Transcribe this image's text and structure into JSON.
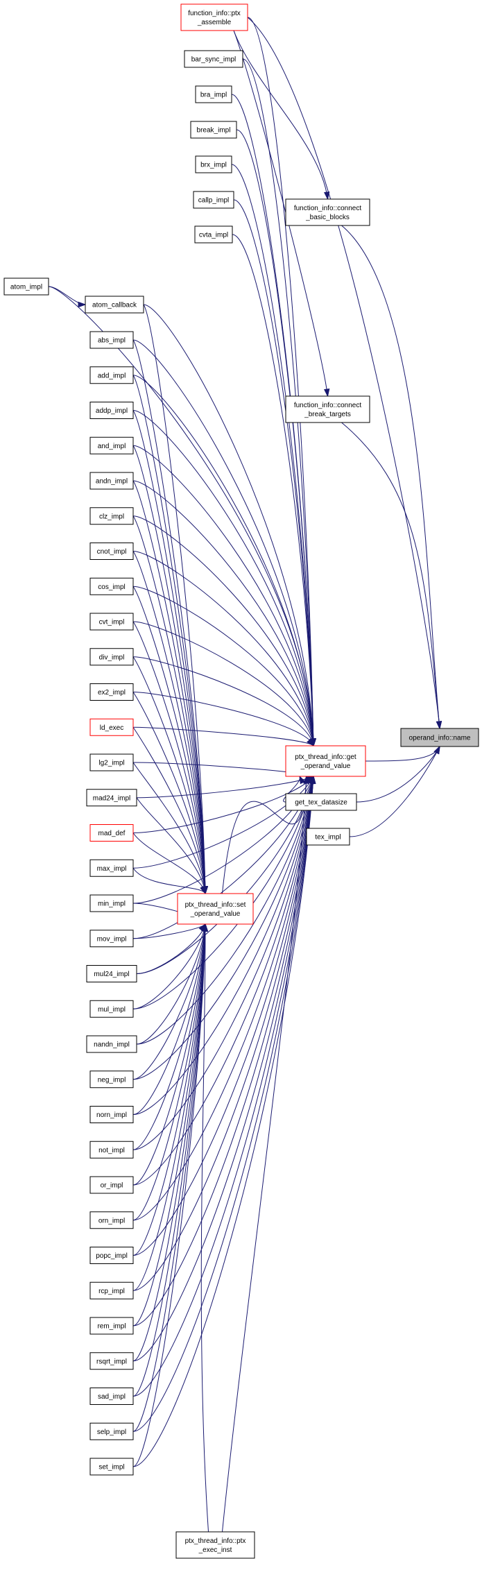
{
  "graph": {
    "nodes": [
      {
        "id": "target",
        "lines": [
          "operand_info::name"
        ],
        "style": "grey"
      },
      {
        "id": "get_op",
        "lines": [
          "ptx_thread_info::get",
          "_operand_value"
        ],
        "style": "red"
      },
      {
        "id": "set_op",
        "lines": [
          "ptx_thread_info::set",
          "_operand_value"
        ],
        "style": "red"
      },
      {
        "id": "fi_assemble",
        "lines": [
          "function_info::ptx",
          "_assemble"
        ],
        "style": "red"
      },
      {
        "id": "fi_bb",
        "lines": [
          "function_info::connect",
          "_basic_blocks"
        ],
        "style": "black"
      },
      {
        "id": "fi_bt",
        "lines": [
          "function_info::connect",
          "_break_targets"
        ],
        "style": "black"
      },
      {
        "id": "get_tex",
        "lines": [
          "get_tex_datasize"
        ],
        "style": "black"
      },
      {
        "id": "tex_impl",
        "lines": [
          "tex_impl"
        ],
        "style": "black"
      },
      {
        "id": "bar_sync_impl",
        "lines": [
          "bar_sync_impl"
        ],
        "style": "black"
      },
      {
        "id": "bra_impl",
        "lines": [
          "bra_impl"
        ],
        "style": "black"
      },
      {
        "id": "break_impl",
        "lines": [
          "break_impl"
        ],
        "style": "black"
      },
      {
        "id": "brx_impl",
        "lines": [
          "brx_impl"
        ],
        "style": "black"
      },
      {
        "id": "callp_impl",
        "lines": [
          "callp_impl"
        ],
        "style": "black"
      },
      {
        "id": "cvta_impl",
        "lines": [
          "cvta_impl"
        ],
        "style": "black"
      },
      {
        "id": "atom_impl",
        "lines": [
          "atom_impl"
        ],
        "style": "black"
      },
      {
        "id": "atom_callback",
        "lines": [
          "atom_callback"
        ],
        "style": "black"
      },
      {
        "id": "abs_impl",
        "lines": [
          "abs_impl"
        ],
        "style": "black"
      },
      {
        "id": "add_impl",
        "lines": [
          "add_impl"
        ],
        "style": "black"
      },
      {
        "id": "addp_impl",
        "lines": [
          "addp_impl"
        ],
        "style": "black"
      },
      {
        "id": "and_impl",
        "lines": [
          "and_impl"
        ],
        "style": "black"
      },
      {
        "id": "andn_impl",
        "lines": [
          "andn_impl"
        ],
        "style": "black"
      },
      {
        "id": "clz_impl",
        "lines": [
          "clz_impl"
        ],
        "style": "black"
      },
      {
        "id": "cnot_impl",
        "lines": [
          "cnot_impl"
        ],
        "style": "black"
      },
      {
        "id": "cos_impl",
        "lines": [
          "cos_impl"
        ],
        "style": "black"
      },
      {
        "id": "cvt_impl",
        "lines": [
          "cvt_impl"
        ],
        "style": "black"
      },
      {
        "id": "div_impl",
        "lines": [
          "div_impl"
        ],
        "style": "black"
      },
      {
        "id": "ex2_impl",
        "lines": [
          "ex2_impl"
        ],
        "style": "black"
      },
      {
        "id": "ld_exec",
        "lines": [
          "ld_exec"
        ],
        "style": "red"
      },
      {
        "id": "lg2_impl",
        "lines": [
          "lg2_impl"
        ],
        "style": "black"
      },
      {
        "id": "mad24_impl",
        "lines": [
          "mad24_impl"
        ],
        "style": "black"
      },
      {
        "id": "mad_def",
        "lines": [
          "mad_def"
        ],
        "style": "red"
      },
      {
        "id": "max_impl",
        "lines": [
          "max_impl"
        ],
        "style": "black"
      },
      {
        "id": "min_impl",
        "lines": [
          "min_impl"
        ],
        "style": "black"
      },
      {
        "id": "mov_impl",
        "lines": [
          "mov_impl"
        ],
        "style": "black"
      },
      {
        "id": "mul24_impl",
        "lines": [
          "mul24_impl"
        ],
        "style": "black"
      },
      {
        "id": "mul_impl",
        "lines": [
          "mul_impl"
        ],
        "style": "black"
      },
      {
        "id": "nandn_impl",
        "lines": [
          "nandn_impl"
        ],
        "style": "black"
      },
      {
        "id": "neg_impl",
        "lines": [
          "neg_impl"
        ],
        "style": "black"
      },
      {
        "id": "norn_impl",
        "lines": [
          "norn_impl"
        ],
        "style": "black"
      },
      {
        "id": "not_impl",
        "lines": [
          "not_impl"
        ],
        "style": "black"
      },
      {
        "id": "or_impl",
        "lines": [
          "or_impl"
        ],
        "style": "black"
      },
      {
        "id": "orn_impl",
        "lines": [
          "orn_impl"
        ],
        "style": "black"
      },
      {
        "id": "popc_impl",
        "lines": [
          "popc_impl"
        ],
        "style": "black"
      },
      {
        "id": "rcp_impl",
        "lines": [
          "rcp_impl"
        ],
        "style": "black"
      },
      {
        "id": "rem_impl",
        "lines": [
          "rem_impl"
        ],
        "style": "black"
      },
      {
        "id": "rsqrt_impl",
        "lines": [
          "rsqrt_impl"
        ],
        "style": "black"
      },
      {
        "id": "sad_impl",
        "lines": [
          "sad_impl"
        ],
        "style": "black"
      },
      {
        "id": "selp_impl",
        "lines": [
          "selp_impl"
        ],
        "style": "black"
      },
      {
        "id": "set_impl",
        "lines": [
          "set_impl"
        ],
        "style": "black"
      },
      {
        "id": "exec_inst",
        "lines": [
          "ptx_thread_info::ptx",
          "_exec_inst"
        ],
        "style": "black"
      }
    ],
    "edges": [
      [
        "fi_assemble",
        "target"
      ],
      [
        "fi_assemble",
        "fi_bb"
      ],
      [
        "fi_assemble",
        "fi_bt"
      ],
      [
        "fi_bb",
        "target"
      ],
      [
        "fi_bt",
        "target"
      ],
      [
        "get_op",
        "target"
      ],
      [
        "get_tex",
        "target"
      ],
      [
        "tex_impl",
        "target"
      ],
      [
        "get_tex",
        "get_op"
      ],
      [
        "fi_assemble",
        "get_op"
      ],
      [
        "bar_sync_impl",
        "get_op"
      ],
      [
        "bra_impl",
        "get_op"
      ],
      [
        "break_impl",
        "get_op"
      ],
      [
        "brx_impl",
        "get_op"
      ],
      [
        "callp_impl",
        "get_op"
      ],
      [
        "cvta_impl",
        "get_op"
      ],
      [
        "atom_impl",
        "atom_callback"
      ],
      [
        "atom_impl",
        "get_op"
      ],
      [
        "atom_callback",
        "get_op"
      ],
      [
        "abs_impl",
        "get_op"
      ],
      [
        "add_impl",
        "get_op"
      ],
      [
        "addp_impl",
        "get_op"
      ],
      [
        "and_impl",
        "get_op"
      ],
      [
        "andn_impl",
        "get_op"
      ],
      [
        "clz_impl",
        "get_op"
      ],
      [
        "cnot_impl",
        "get_op"
      ],
      [
        "cos_impl",
        "get_op"
      ],
      [
        "cvt_impl",
        "get_op"
      ],
      [
        "div_impl",
        "get_op"
      ],
      [
        "ex2_impl",
        "get_op"
      ],
      [
        "ld_exec",
        "get_op"
      ],
      [
        "lg2_impl",
        "get_op"
      ],
      [
        "mad24_impl",
        "get_op"
      ],
      [
        "mad_def",
        "get_op"
      ],
      [
        "max_impl",
        "get_op"
      ],
      [
        "min_impl",
        "get_op"
      ],
      [
        "mov_impl",
        "get_op"
      ],
      [
        "mul24_impl",
        "get_op"
      ],
      [
        "mul_impl",
        "get_op"
      ],
      [
        "nandn_impl",
        "get_op"
      ],
      [
        "neg_impl",
        "get_op"
      ],
      [
        "norn_impl",
        "get_op"
      ],
      [
        "not_impl",
        "get_op"
      ],
      [
        "or_impl",
        "get_op"
      ],
      [
        "orn_impl",
        "get_op"
      ],
      [
        "popc_impl",
        "get_op"
      ],
      [
        "rcp_impl",
        "get_op"
      ],
      [
        "rem_impl",
        "get_op"
      ],
      [
        "rsqrt_impl",
        "get_op"
      ],
      [
        "sad_impl",
        "get_op"
      ],
      [
        "selp_impl",
        "get_op"
      ],
      [
        "set_impl",
        "get_op"
      ],
      [
        "exec_inst",
        "get_op"
      ],
      [
        "set_op",
        "get_op"
      ],
      [
        "atom_callback",
        "set_op"
      ],
      [
        "abs_impl",
        "set_op"
      ],
      [
        "add_impl",
        "set_op"
      ],
      [
        "addp_impl",
        "set_op"
      ],
      [
        "and_impl",
        "set_op"
      ],
      [
        "andn_impl",
        "set_op"
      ],
      [
        "clz_impl",
        "set_op"
      ],
      [
        "cnot_impl",
        "set_op"
      ],
      [
        "cos_impl",
        "set_op"
      ],
      [
        "cvt_impl",
        "set_op"
      ],
      [
        "div_impl",
        "set_op"
      ],
      [
        "ex2_impl",
        "set_op"
      ],
      [
        "ld_exec",
        "set_op"
      ],
      [
        "lg2_impl",
        "set_op"
      ],
      [
        "mad24_impl",
        "set_op"
      ],
      [
        "mad_def",
        "set_op"
      ],
      [
        "max_impl",
        "set_op"
      ],
      [
        "min_impl",
        "set_op"
      ],
      [
        "mov_impl",
        "set_op"
      ],
      [
        "mul24_impl",
        "set_op"
      ],
      [
        "mul_impl",
        "set_op"
      ],
      [
        "nandn_impl",
        "set_op"
      ],
      [
        "neg_impl",
        "set_op"
      ],
      [
        "norn_impl",
        "set_op"
      ],
      [
        "not_impl",
        "set_op"
      ],
      [
        "or_impl",
        "set_op"
      ],
      [
        "orn_impl",
        "set_op"
      ],
      [
        "popc_impl",
        "set_op"
      ],
      [
        "rcp_impl",
        "set_op"
      ],
      [
        "rem_impl",
        "set_op"
      ],
      [
        "rsqrt_impl",
        "set_op"
      ],
      [
        "sad_impl",
        "set_op"
      ],
      [
        "selp_impl",
        "set_op"
      ],
      [
        "set_impl",
        "set_op"
      ],
      [
        "exec_inst",
        "set_op"
      ]
    ]
  },
  "colors": {
    "edge": "#191970",
    "highlight_border": "#ff0000",
    "node_border": "#000000",
    "target_fill": "#bfbfbf"
  }
}
